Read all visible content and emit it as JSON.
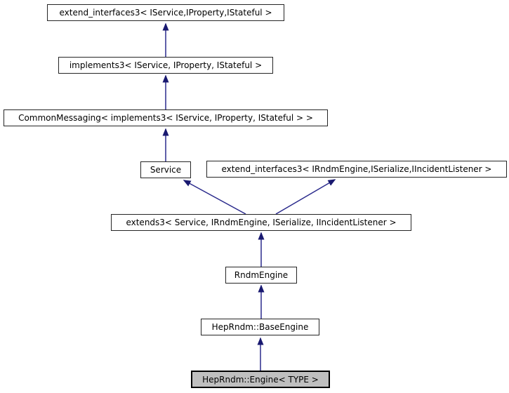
{
  "nodes": {
    "extend_interfaces3_svc": {
      "label": "extend_interfaces3< IService,IProperty,IStateful >"
    },
    "implements3": {
      "label": "implements3< IService, IProperty, IStateful >"
    },
    "common_messaging": {
      "label": "CommonMessaging< implements3< IService, IProperty, IStateful > >"
    },
    "service": {
      "label": "Service"
    },
    "extend_interfaces3_rndm": {
      "label": "extend_interfaces3< IRndmEngine,ISerialize,IIncidentListener >"
    },
    "extends3": {
      "label": "extends3< Service, IRndmEngine, ISerialize, IIncidentListener >"
    },
    "rndm_engine": {
      "label": "RndmEngine"
    },
    "base_engine": {
      "label": "HepRndm::BaseEngine"
    },
    "engine": {
      "label": "HepRndm::Engine< TYPE >"
    }
  },
  "edges": [
    {
      "from": "implements3",
      "to": "extend_interfaces3_svc"
    },
    {
      "from": "common_messaging",
      "to": "implements3"
    },
    {
      "from": "service",
      "to": "common_messaging"
    },
    {
      "from": "extends3",
      "to": "service"
    },
    {
      "from": "extends3",
      "to": "extend_interfaces3_rndm"
    },
    {
      "from": "rndm_engine",
      "to": "extends3"
    },
    {
      "from": "base_engine",
      "to": "rndm_engine"
    },
    {
      "from": "engine",
      "to": "base_engine"
    }
  ],
  "colors": {
    "arrow": "#191970",
    "arrow_line": "#2a2a8c",
    "node_border": "#252525",
    "node_background": "#ffffff",
    "highlight_background": "#bfbfbf",
    "text": "#000000",
    "page_background": "#ffffff"
  }
}
